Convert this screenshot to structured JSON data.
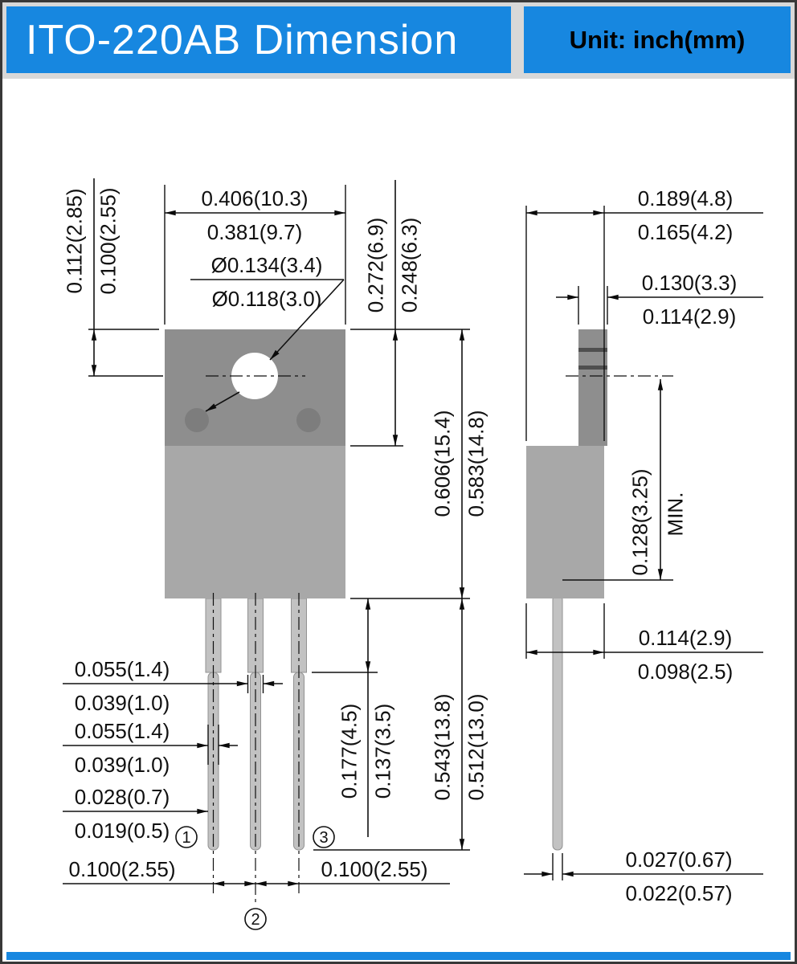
{
  "header": {
    "title": "ITO-220AB Dimension",
    "unit": "Unit: inch(mm)"
  },
  "front": {
    "width_max": "0.406(10.3)",
    "width_min": "0.381(9.7)",
    "hole_max": "Ø0.134(3.4)",
    "hole_min": "Ø0.118(3.0)",
    "hole_offset_max": "0.112(2.85)",
    "hole_offset_min": "0.100(2.55)",
    "tab_h_max": "0.272(6.9)",
    "tab_h_min": "0.248(6.3)",
    "body_h_max": "0.606(15.4)",
    "body_h_min": "0.583(14.8)",
    "shoulder_max": "0.177(4.5)",
    "shoulder_min": "0.137(3.5)",
    "lead_len_max": "0.543(13.8)",
    "lead_len_min": "0.512(13.0)",
    "lead_w_wide_max": "0.055(1.4)",
    "lead_w_wide_min": "0.039(1.0)",
    "lead_w_narrow_max": "0.055(1.4)",
    "lead_w_narrow_min": "0.039(1.0)",
    "lead_thk_max": "0.028(0.7)",
    "lead_thk_min": "0.019(0.5)",
    "pitch_left": "0.100(2.55)",
    "pitch_right": "0.100(2.55)",
    "pin1": "1",
    "pin2": "2",
    "pin3": "3"
  },
  "side": {
    "width_max": "0.189(4.8)",
    "width_min": "0.165(4.2)",
    "tab_thk_max": "0.130(3.3)",
    "tab_thk_min": "0.114(2.9)",
    "tab_len": "0.128(3.25)",
    "tab_len_qual": "MIN.",
    "body_thk_max": "0.114(2.9)",
    "body_thk_min": "0.098(2.5)",
    "lead_thk_max": "0.027(0.67)",
    "lead_thk_min": "0.022(0.57)"
  },
  "colors": {
    "accent_blue": "#1787e0",
    "tab_gray": "#8e8e8e",
    "body_gray": "#a8a8a8",
    "lead_gray": "#c2c2c2",
    "hole_mark_gray": "#7d7d7d"
  }
}
